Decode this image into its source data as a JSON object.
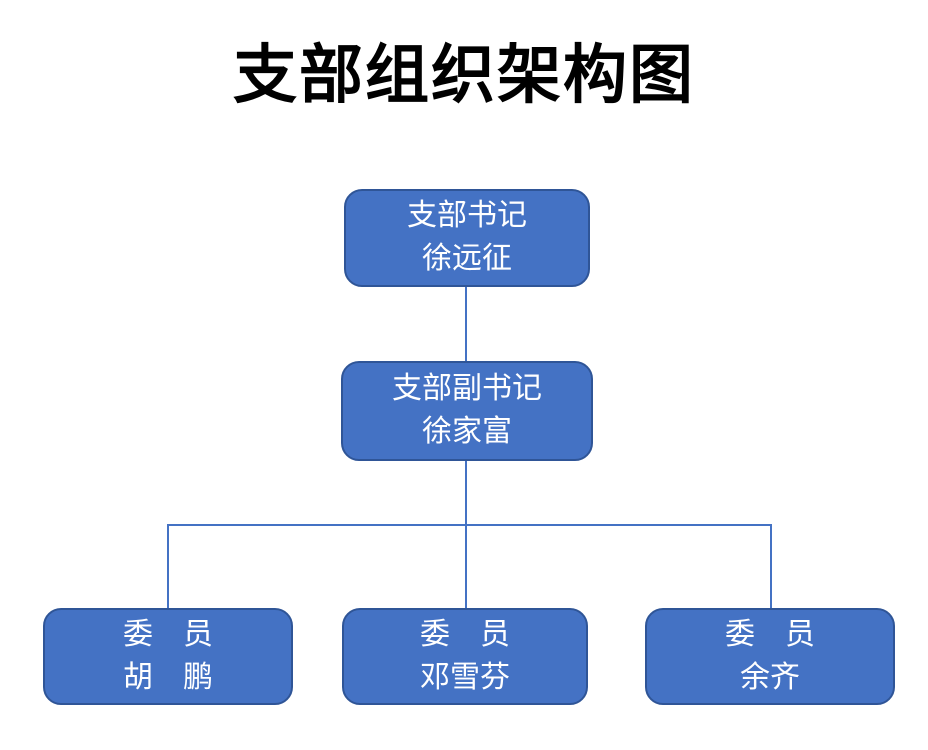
{
  "title": "支部组织架构图",
  "org": {
    "secretary": {
      "role": "支部书记",
      "name": "徐远征"
    },
    "deputy": {
      "role": "支部副书记",
      "name": "徐家富"
    },
    "members": [
      {
        "role": "委　员",
        "name": "胡　鹏"
      },
      {
        "role": "委　员",
        "name": "邓雪芬"
      },
      {
        "role": "委　员",
        "name": "余齐"
      }
    ]
  },
  "colors": {
    "box_fill": "#4472C4",
    "box_border": "#2F5597",
    "connector": "#4472C4",
    "box_text": "#FFFFFF",
    "title_text": "#000000"
  }
}
